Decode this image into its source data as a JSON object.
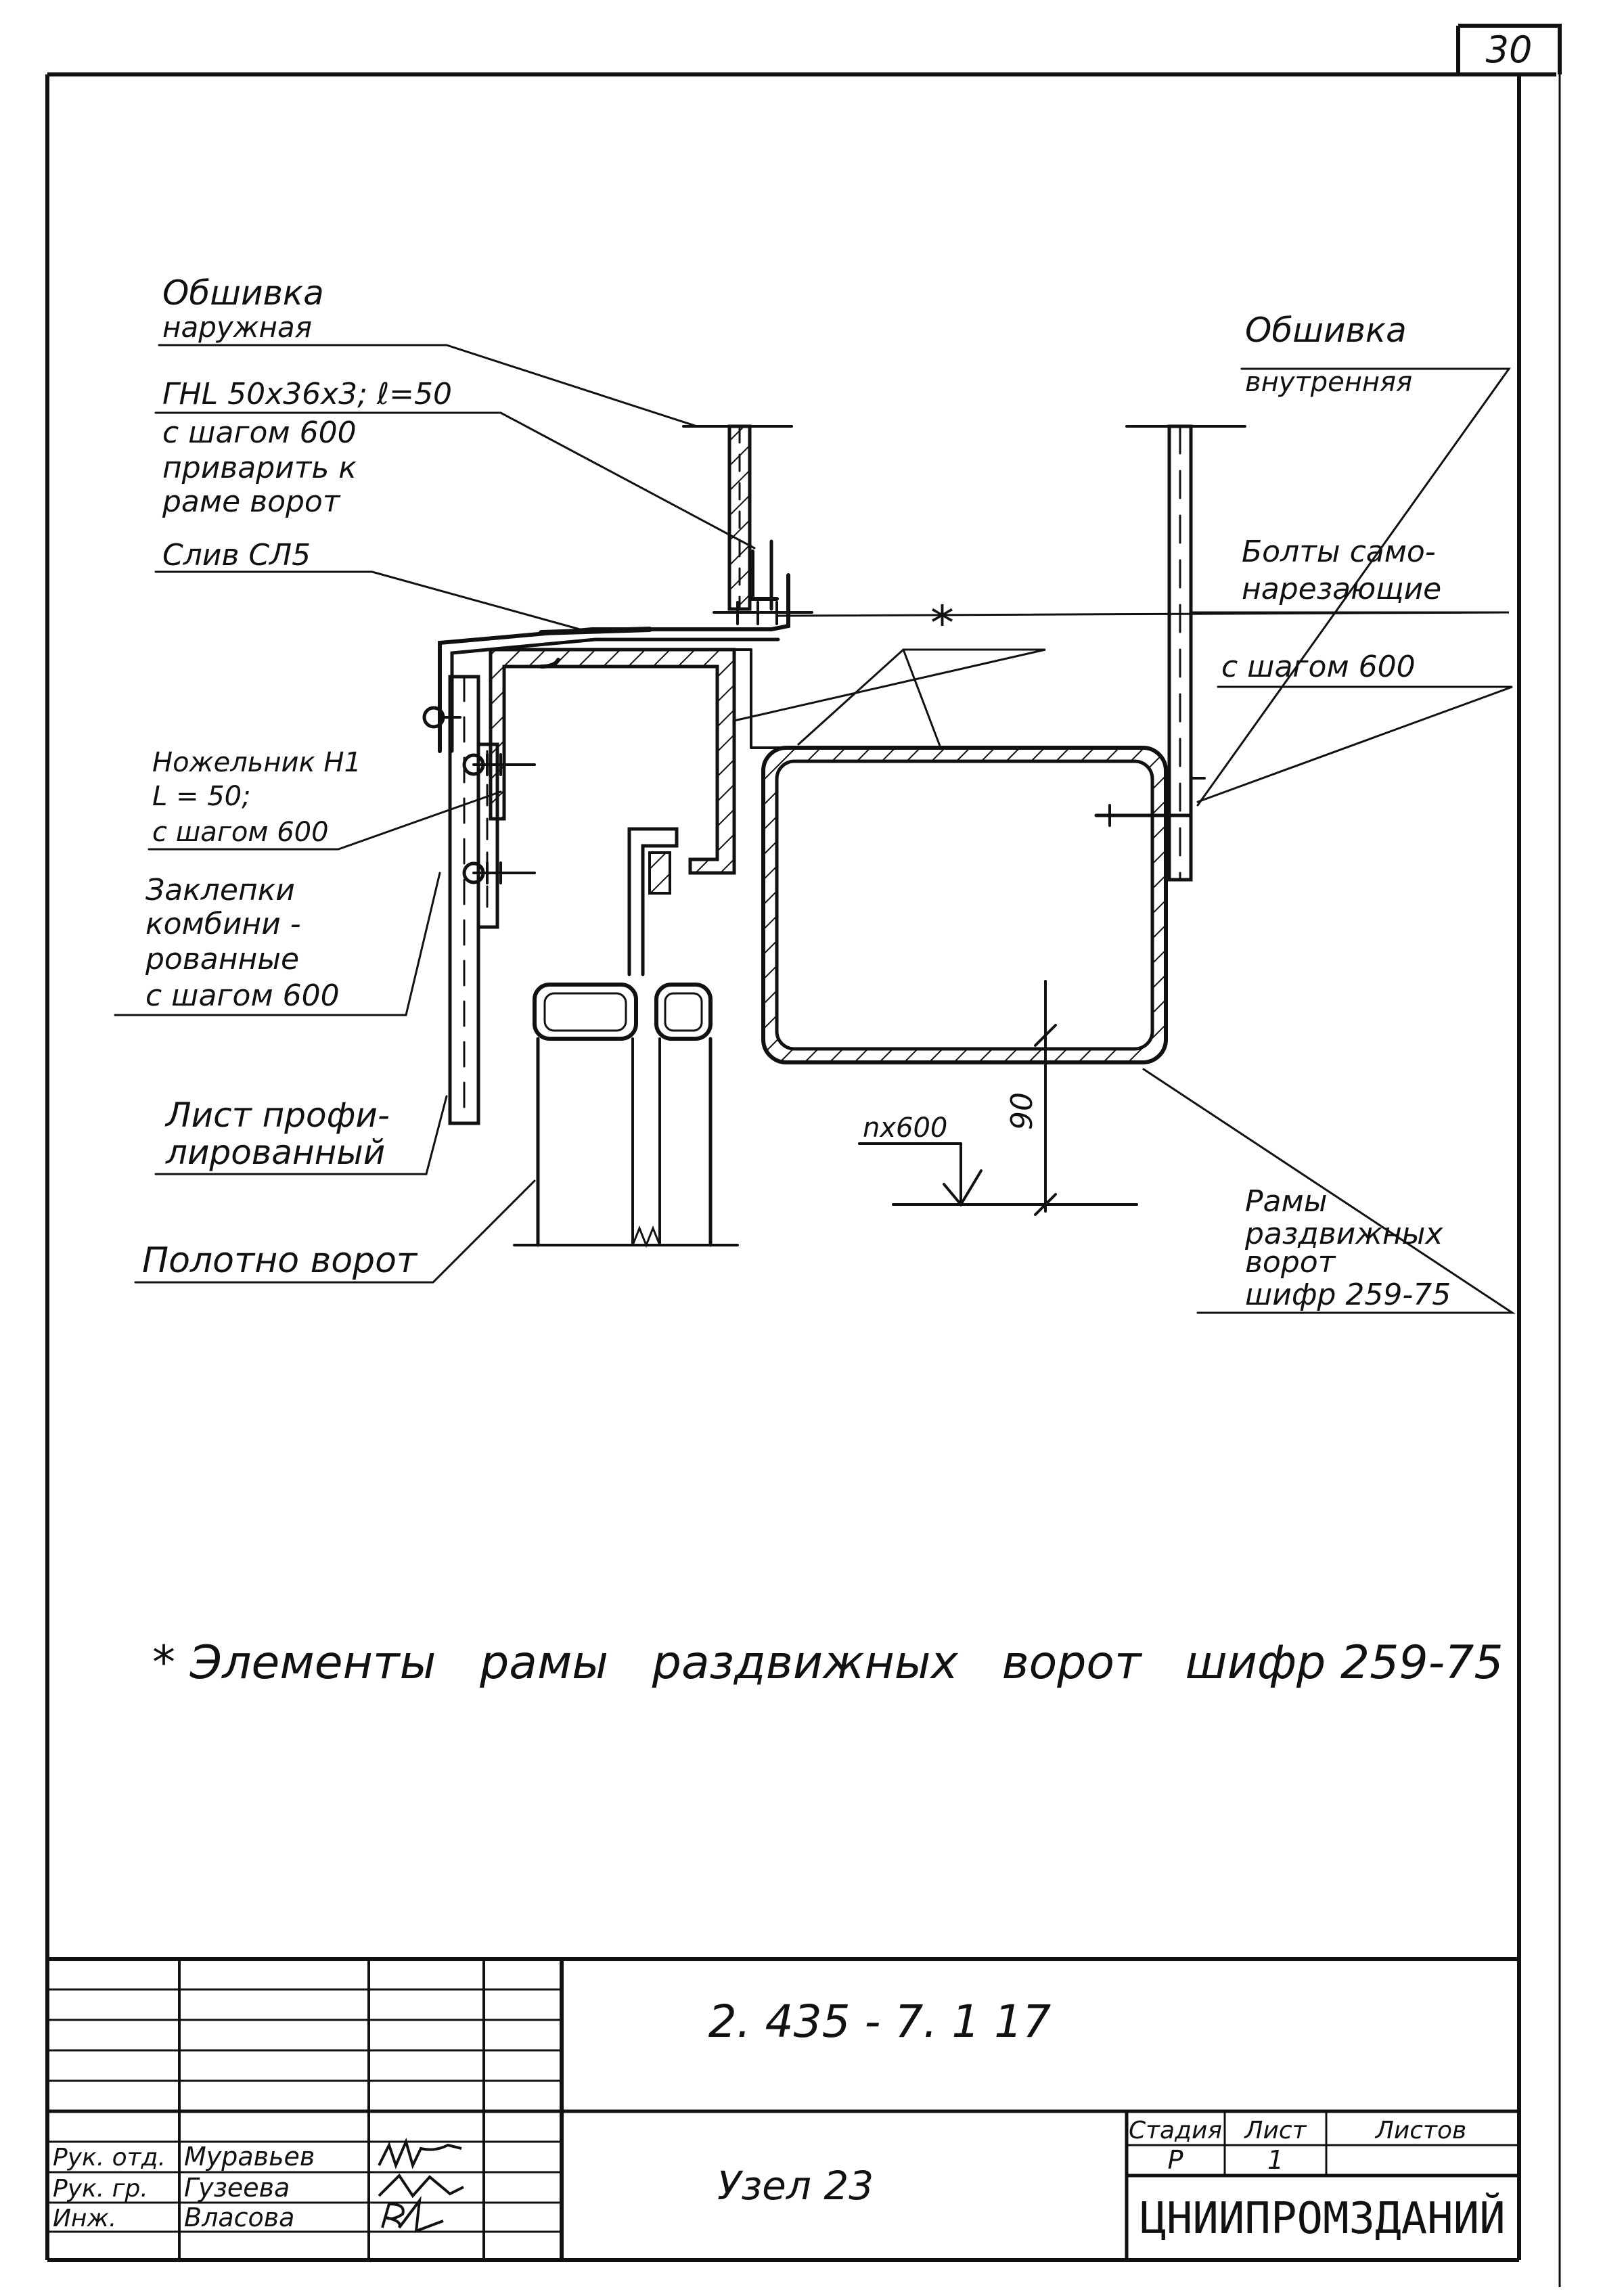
{
  "sheet_number": "30",
  "labels": {
    "cladding_outer_1": "Обшивка",
    "cladding_outer_2": "наружная",
    "angle_spec": "ГНL 50x36x3; ℓ=50",
    "angle_step_1": "с шагом 600",
    "angle_step_2": "приварить к",
    "angle_step_3": "раме ворот",
    "drip": "Слив СЛ5",
    "knife_1": "Ножельник Н1",
    "knife_2": "L = 50;",
    "knife_3": "с шагом 600",
    "rivets_1": "Заклепки",
    "rivets_2": "комбини -",
    "rivets_3": "рованные",
    "rivets_4": "с шагом 600",
    "sheet_1": "Лист профи-",
    "sheet_2": "лированный",
    "gate_leaf": "Полотно ворот",
    "cladding_inner_1": "Обшивка",
    "cladding_inner_2": "внутренняя",
    "bolts_1": "Болты само-",
    "bolts_2": "нарезающие",
    "bolts_3": "с шагом 600",
    "star": "*",
    "pitch": "nx600",
    "dim_90": "90",
    "frame_1": "Рамы",
    "frame_2": "раздвижных",
    "frame_3": "ворот",
    "frame_4": "шифр 259-75"
  },
  "footnote": "* Элементы   рамы   раздвижных   ворот   шифр 259-75",
  "title_block": {
    "doc_code": "2. 435 - 7. 1 17",
    "title": "Узел 23",
    "stage_label": "Стадия",
    "sheet_label": "Лист",
    "sheets_label": "Листов",
    "stage": "Р",
    "sheet": "1",
    "sheets": "",
    "organization": "ЦНИИПРОМЗДАНИЙ",
    "roles": [
      "Рук. отд.",
      "Рук. гр.",
      "Инж."
    ],
    "names": [
      "Муравьев",
      "Гузеева",
      "Власова"
    ]
  },
  "colors": {
    "ink": "#111111",
    "paper": "#ffffff"
  }
}
